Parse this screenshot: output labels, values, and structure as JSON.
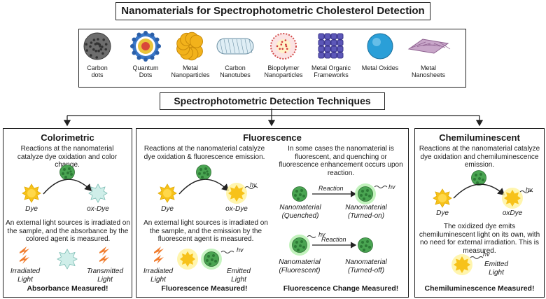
{
  "title": "Nanomaterials for Spectrophotometric Cholesterol Detection",
  "nanomaterials": [
    {
      "label": "Carbon\ndots",
      "icon": "carbon-dot-icon"
    },
    {
      "label": "Quantum\nDots",
      "icon": "quantum-dot-icon"
    },
    {
      "label": "Metal\nNanoparticles",
      "icon": "metal-nanoparticle-icon"
    },
    {
      "label": "Carbon\nNanotubes",
      "icon": "carbon-nanotube-icon"
    },
    {
      "label": "Biopolymer\nNanoparticles",
      "icon": "biopolymer-nanoparticle-icon"
    },
    {
      "label": "Metal Organic\nFrameworks",
      "icon": "mof-icon"
    },
    {
      "label": "Metal Oxides",
      "icon": "metal-oxide-icon"
    },
    {
      "label": "Metal\nNanosheets",
      "icon": "metal-nanosheet-icon"
    }
  ],
  "techniques_title": "Spectrophotometric Detection Techniques",
  "colorimetric": {
    "title": "Colorimetric",
    "desc": "Reactions at the nanomaterial catalyze dye oxidation and color change.",
    "dye": "Dye",
    "ox_dye": "ox-Dye",
    "note": "An external light sources is irradiated on the sample, and the absorbance by the colored agent is measured.",
    "irradiated": "Irradiated\nLight",
    "transmitted": "Transmitted\nLight",
    "measured": "Absorbance Measured!"
  },
  "fluorescence": {
    "title": "Fluorescence",
    "desc": "Reactions at the nanomaterial catalyze dye oxidation & fluorescence emission.",
    "dye": "Dye",
    "ox_dye": "ox-Dye",
    "hv": "hv",
    "note": "An external light sources is irradiated on the sample, and the emission by the fluorescent agent is measured.",
    "irradiated": "Irradiated\nLight",
    "emitted": "Emitted\nLight",
    "measured": "Fluorescence Measured!",
    "desc2": "In some cases the nanomaterial is fluorescent, and quenching or fluorescence enhancement occurs upon reaction.",
    "reaction": "Reaction",
    "quenched": "Nanomaterial\n(Quenched)",
    "turned_on": "Nanomaterial\n(Turned-on)",
    "fluorescent": "Nanomaterial\n(Fluorescent)",
    "turned_off": "Nanomaterial\n(Turned-off)",
    "change_measured": "Fluorescence Change Measured!"
  },
  "chemiluminescent": {
    "title": "Chemiluminescent",
    "desc": "Reactions at the nanomaterial catalyze dye oxidation and chemiluminescence emission.",
    "dye": "Dye",
    "ox_dye": "oxDye",
    "hv": "hv",
    "note": "The oxidized dye emits chemiluminescent light on its own, with no need for external irradiation. This is measured.",
    "emitted": "Emitted\nLight",
    "measured": "Chemiluminescence Measured!"
  },
  "colors": {
    "dye_yellow": "#f7c21a",
    "ox_dye_teal": "#bfe6e0",
    "nano_green": "#3f9a4a",
    "glow_green": "#b6f0b0",
    "glow_yellow": "#fff39a",
    "lightning": "#f07a2a",
    "arrow": "#222222"
  }
}
